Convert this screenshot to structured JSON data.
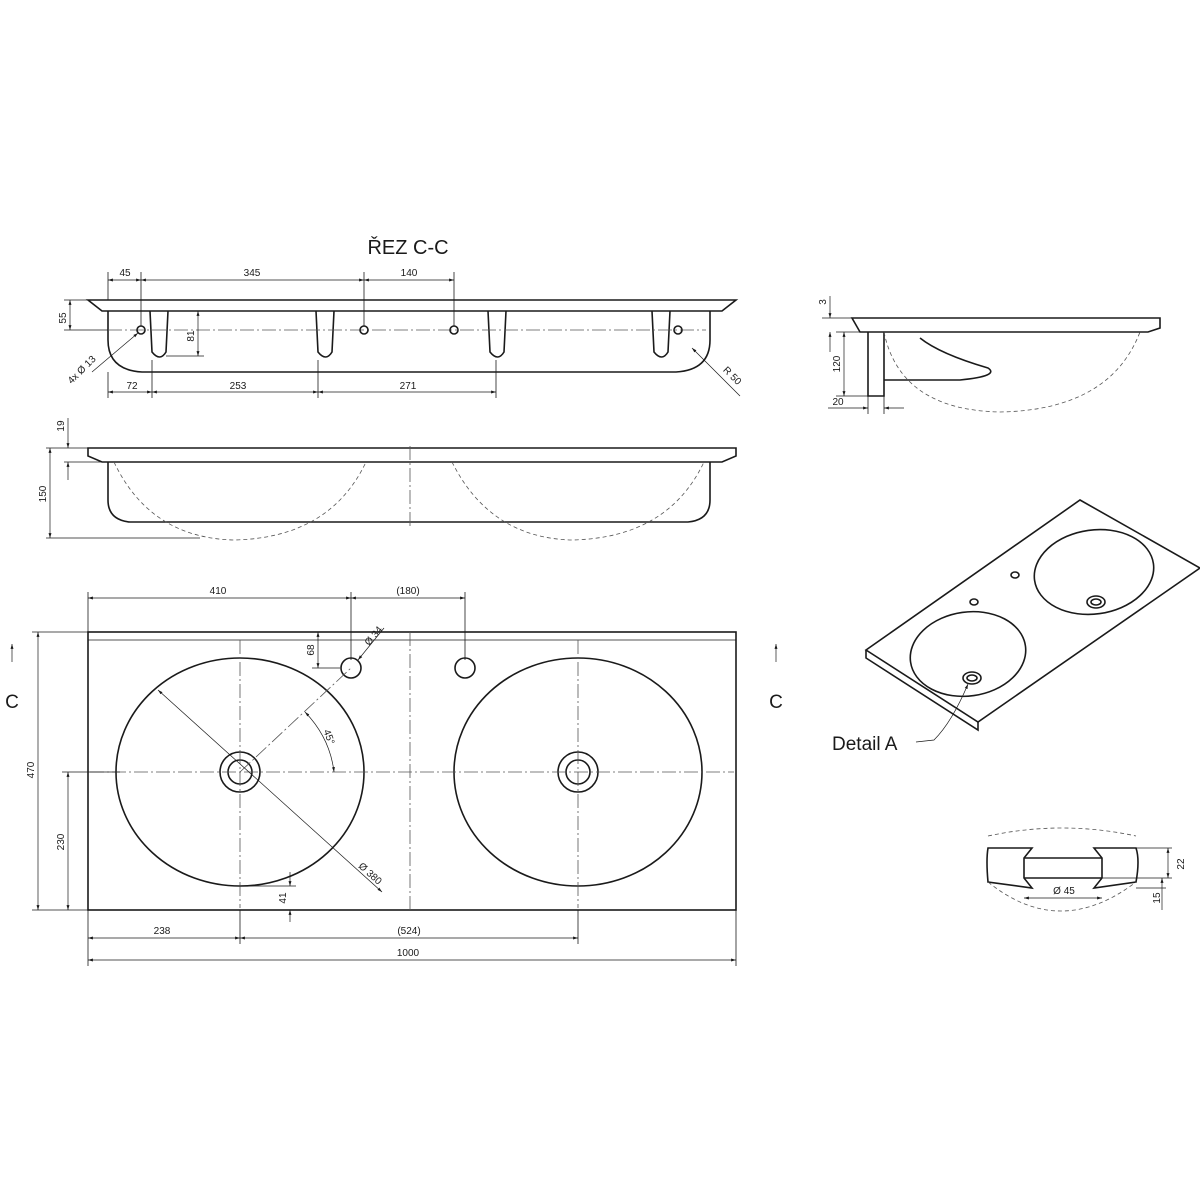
{
  "section": {
    "title": "ŘEZ C-C",
    "dims": {
      "d45": "45",
      "d345": "345",
      "d140": "140",
      "d55": "55",
      "d81": "81",
      "holes": "4x Ø 13",
      "d72": "72",
      "d253": "253",
      "d271": "271",
      "r50": "R 50"
    }
  },
  "front": {
    "dims": {
      "d19": "19",
      "d150": "150"
    }
  },
  "side": {
    "dims": {
      "d3": "3",
      "d120": "120",
      "d20": "20"
    }
  },
  "plan": {
    "cut_left": "C",
    "cut_right": "C",
    "dims": {
      "d410": "410",
      "d180": "(180)",
      "d34": "Ø 34",
      "d68": "68",
      "angle": "45°",
      "d470": "470",
      "d230": "230",
      "d380": "Ø 380",
      "d41": "41",
      "d238": "238",
      "d524": "(524)",
      "d1000": "1000"
    }
  },
  "iso": {
    "detail_label": "Detail A"
  },
  "detail": {
    "dims": {
      "d22": "22",
      "d15": "15",
      "d45": "Ø 45"
    }
  }
}
